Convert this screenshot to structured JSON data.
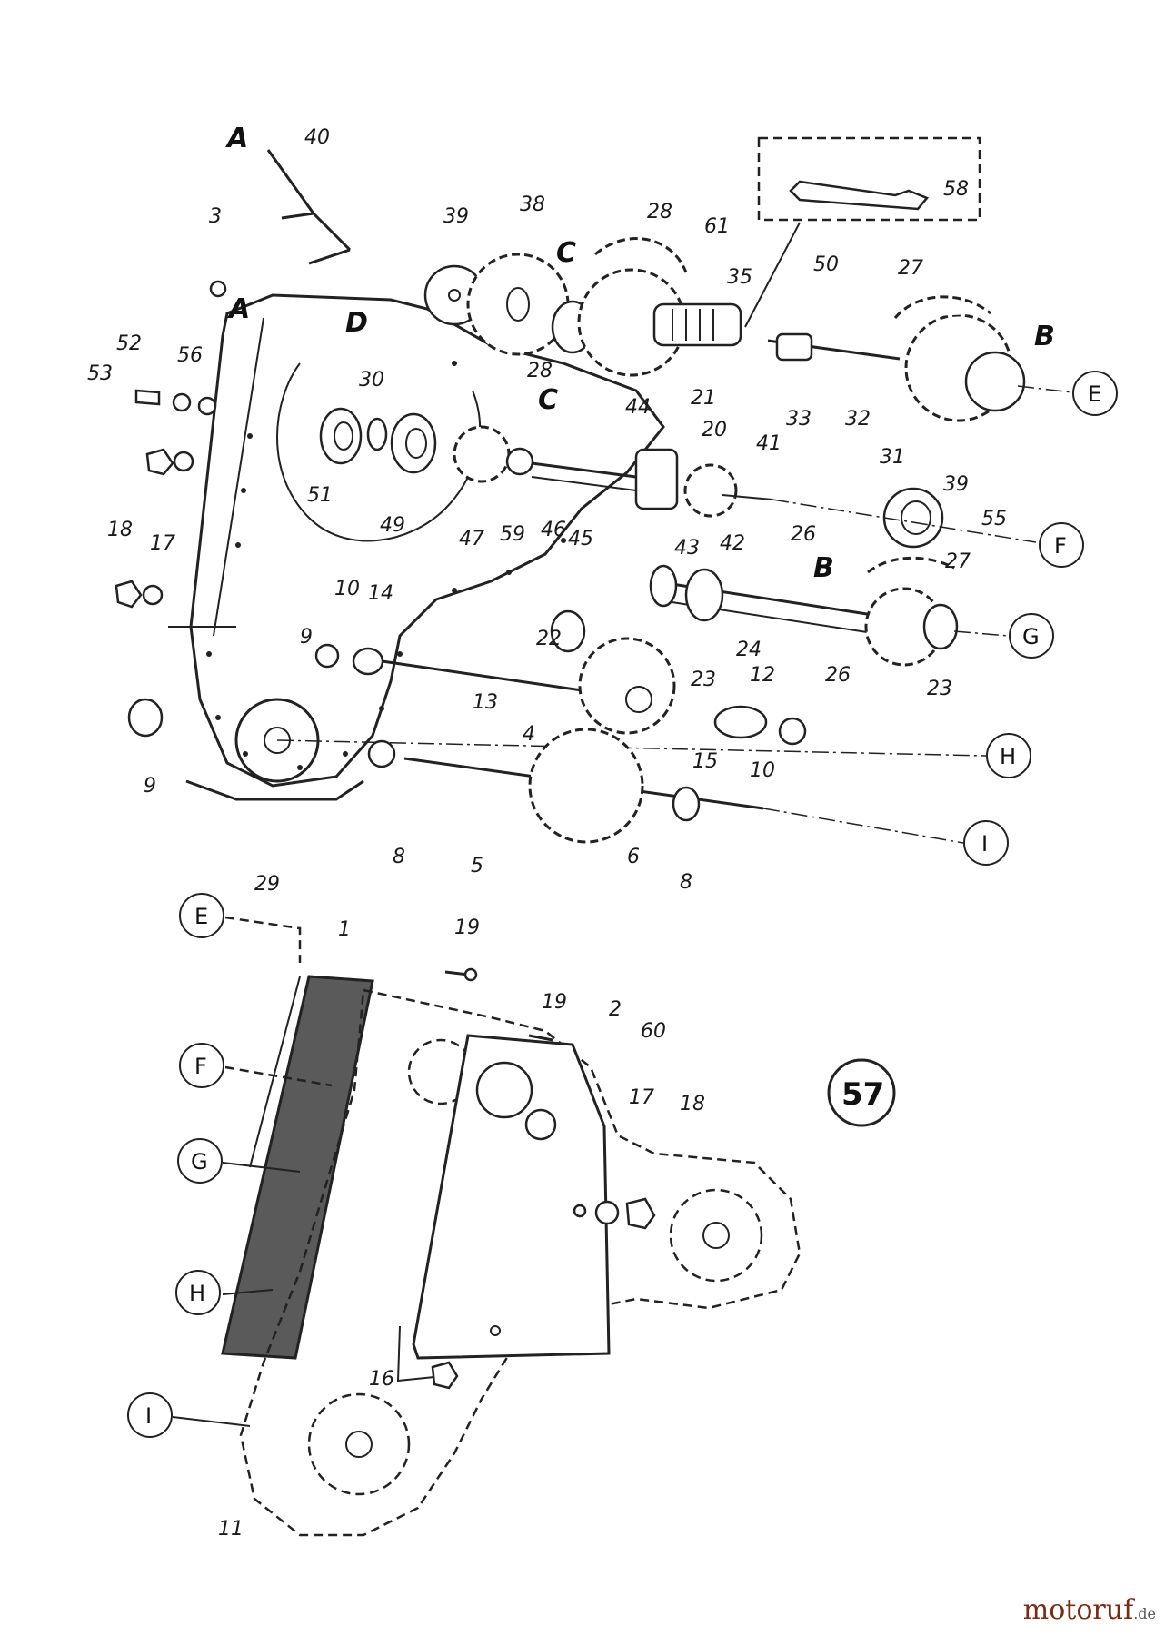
{
  "diagram": {
    "upper_part_numbers": [
      "40",
      "3",
      "52",
      "53",
      "56",
      "18",
      "17",
      "39",
      "38",
      "28",
      "61",
      "35",
      "50",
      "27",
      "58",
      "30",
      "51",
      "49",
      "47",
      "59",
      "46",
      "45",
      "44",
      "21",
      "20",
      "41",
      "42",
      "43",
      "33",
      "32",
      "31",
      "39",
      "55",
      "26",
      "27",
      "24",
      "23",
      "26",
      "23",
      "22",
      "10",
      "14",
      "9",
      "13",
      "12",
      "15",
      "10",
      "4",
      "5",
      "6",
      "8",
      "8",
      "29",
      "9",
      "28"
    ],
    "lower_part_numbers": [
      "1",
      "19",
      "19",
      "2",
      "60",
      "17",
      "18",
      "16",
      "11"
    ],
    "letter_markers": [
      "A",
      "A",
      "D",
      "C",
      "C",
      "B",
      "B"
    ],
    "circled_refs_upper": [
      "E",
      "F",
      "G",
      "H",
      "I"
    ],
    "circled_refs_lower": [
      "E",
      "F",
      "G",
      "H",
      "I"
    ],
    "page_badge": "57"
  },
  "watermark": {
    "brand": "motoruf",
    "tld": ".de"
  }
}
